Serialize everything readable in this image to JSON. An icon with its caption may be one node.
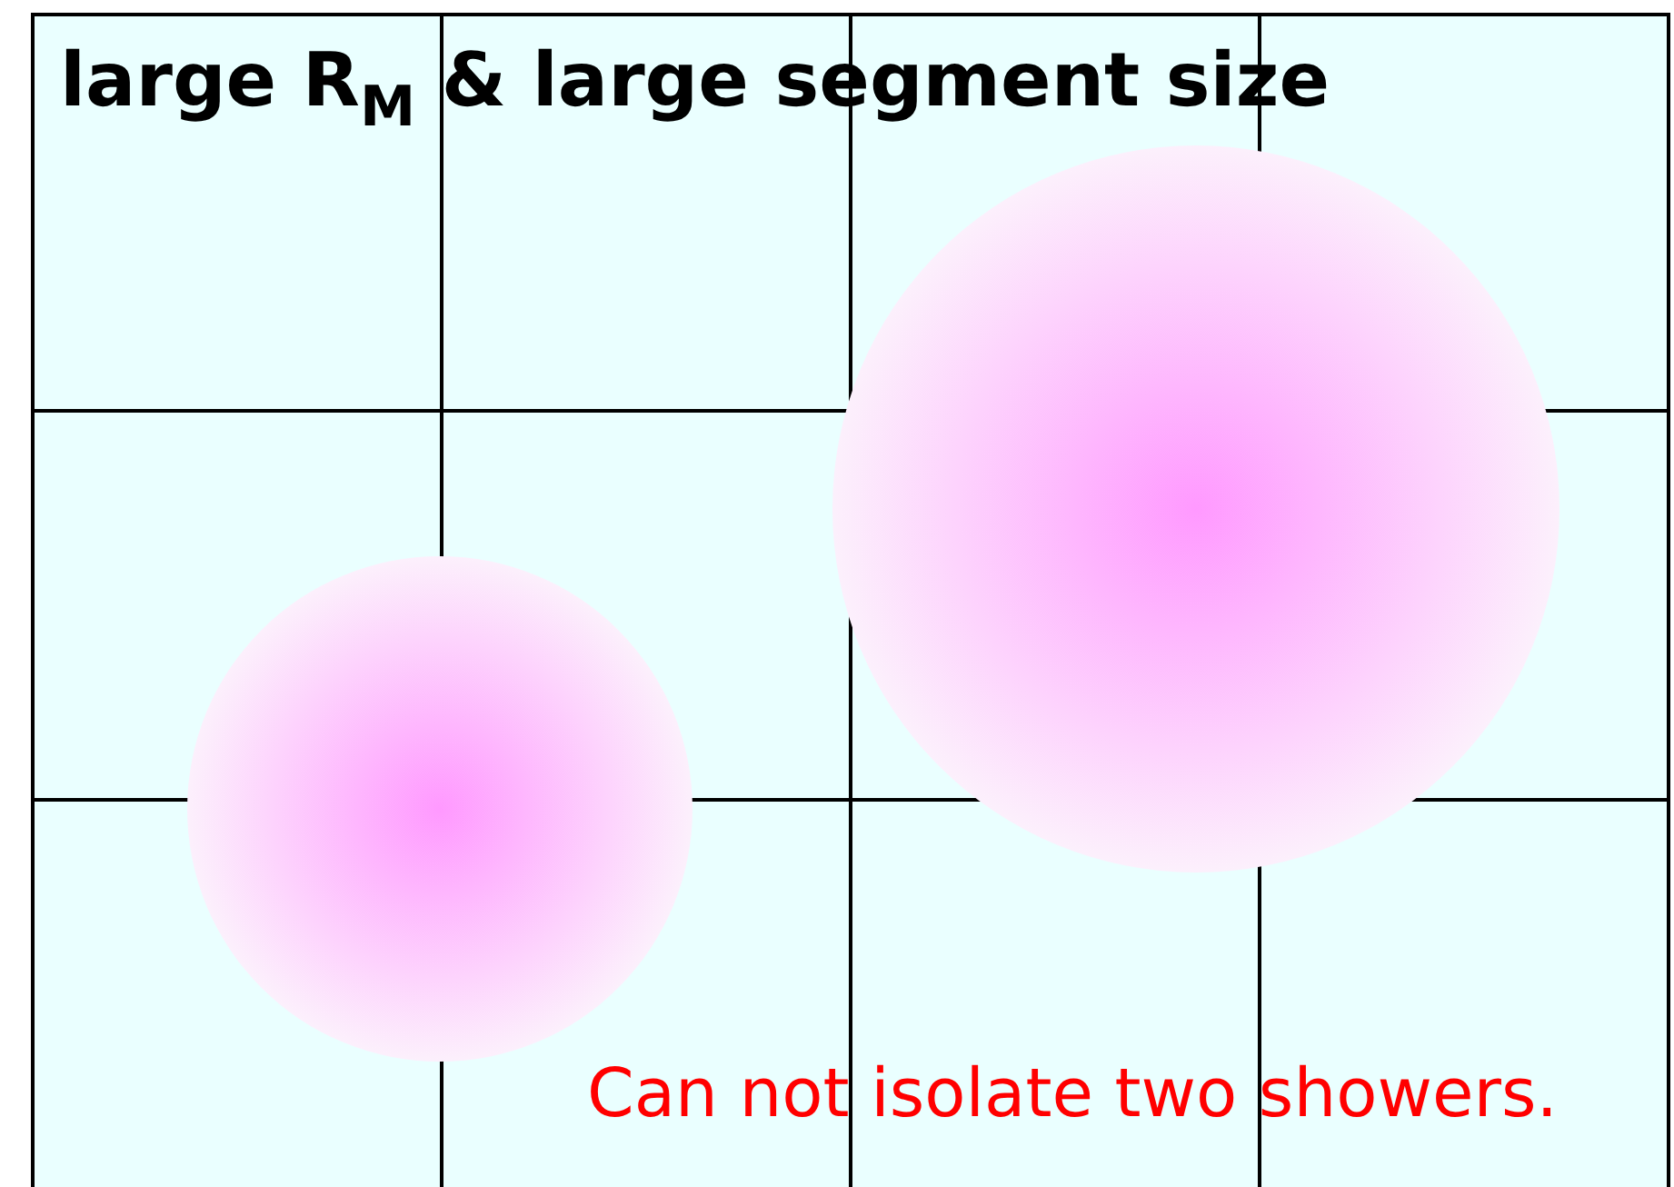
{
  "diagram": {
    "title": "large R$_{M}$ & large segment size",
    "nodes": [
      {
        "text": [],
        "shape": "circle"
      },
      {
        "text": [],
        "shape": "circle"
      }
    ],
    "labels": [
      "Can not isolate two showers."
    ]
  }
}
